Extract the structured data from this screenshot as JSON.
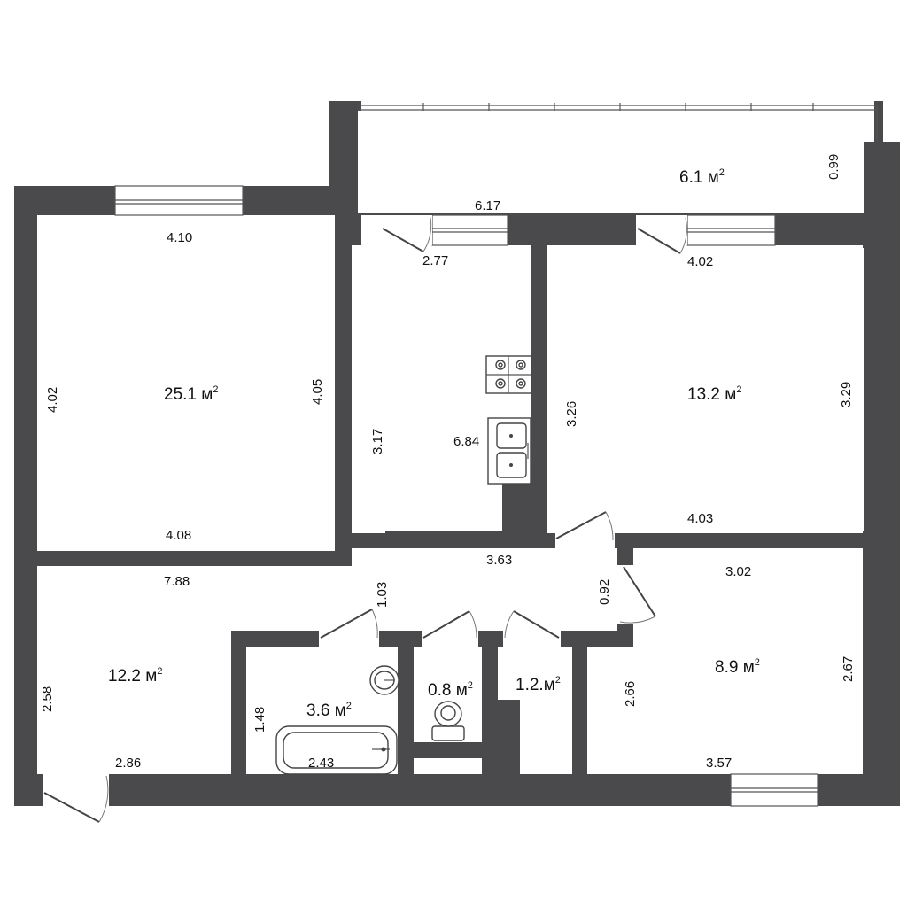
{
  "rooms": {
    "balcony": {
      "area": "6.1 м",
      "sup": "2",
      "dims": {
        "length": "6.17",
        "width": "0.99"
      }
    },
    "living": {
      "area": "25.1 м",
      "sup": "2",
      "dims": {
        "top": "4.10",
        "left": "4.02",
        "right": "4.05",
        "bottom": "4.08"
      }
    },
    "kitchen": {
      "dims": {
        "top": "2.77",
        "left": "3.17",
        "counter": "6.84"
      }
    },
    "bedroom": {
      "area": "13.2 м",
      "sup": "2",
      "dims": {
        "top": "4.02",
        "left": "3.26",
        "right": "3.29",
        "bottom": "4.03"
      }
    },
    "hall": {
      "dims": {
        "length": "3.63",
        "width": "0.92",
        "left": "7.88",
        "recess": "1.03"
      }
    },
    "room_sw": {
      "area": "12.2 м",
      "sup": "2",
      "dims": {
        "left": "2.58",
        "bottom": "2.86"
      }
    },
    "bathroom": {
      "area": "3.6 м",
      "sup": "2",
      "dims": {
        "left": "1.48",
        "bottom": "2.43"
      }
    },
    "toilet": {
      "area": "0.8 м",
      "sup": "2"
    },
    "closet": {
      "area": "1.2.м",
      "sup": "2"
    },
    "room_se": {
      "area": "8.9 м",
      "sup": "2",
      "dims": {
        "top": "3.02",
        "left": "2.66",
        "right": "2.67",
        "bottom": "3.57"
      }
    }
  },
  "colors": {
    "wall": "#4a4a4c",
    "floor": "#ffffff"
  }
}
